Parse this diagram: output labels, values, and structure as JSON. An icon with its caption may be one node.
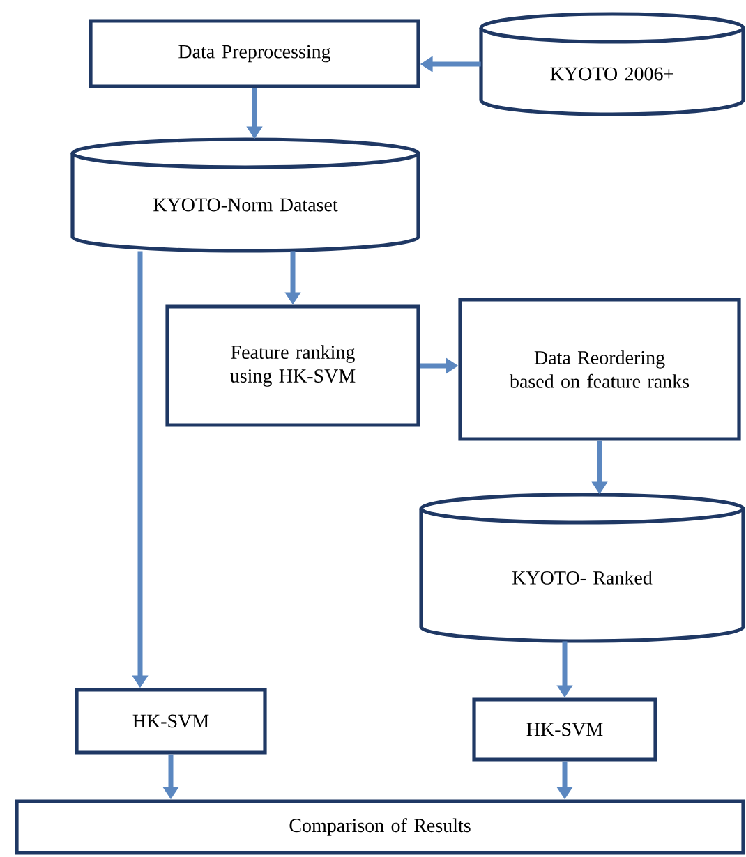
{
  "diagram": {
    "nodes": [
      {
        "text": [
          "Data Preprocessing"
        ]
      },
      {
        "text": [
          "KYOTO 2006+"
        ]
      },
      {
        "text": [
          "KYOTO-Norm Dataset"
        ]
      },
      {
        "text": [
          "Feature ranking using HK-SVM"
        ]
      },
      {
        "text": [
          "Data Reordering based on feature ranks"
        ]
      },
      {
        "text": [
          "KYOTO- Ranked"
        ]
      },
      {
        "text": [
          "HK-SVM"
        ]
      },
      {
        "text": [
          "HK-SVM"
        ]
      },
      {
        "text": [
          "Comparison of Results"
        ]
      }
    ],
    "edges": [
      {
        "from": 1,
        "to": 0,
        "arrow": "to"
      },
      {
        "from": 0,
        "to": 2,
        "arrow": "to"
      },
      {
        "from": 2,
        "to": 3,
        "arrow": "to"
      },
      {
        "from": 2,
        "to": 6,
        "arrow": "to"
      },
      {
        "from": 3,
        "to": 4,
        "arrow": "to"
      },
      {
        "from": 4,
        "to": 5,
        "arrow": "to"
      },
      {
        "from": 5,
        "to": 7,
        "arrow": "to"
      },
      {
        "from": 6,
        "to": 8,
        "arrow": "to"
      },
      {
        "from": 7,
        "to": 8,
        "arrow": "to"
      }
    ]
  }
}
